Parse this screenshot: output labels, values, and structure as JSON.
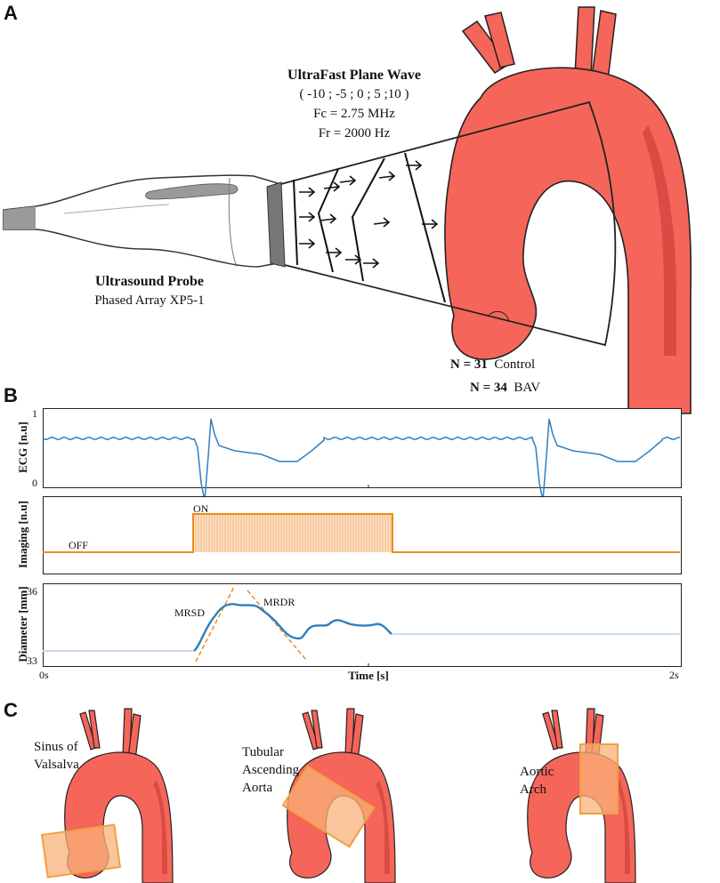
{
  "panels": {
    "a": "A",
    "b": "B",
    "c": "C"
  },
  "panel_a": {
    "wave_title": "UltraFast Plane Wave",
    "wave_angles": "( -10 ; -5 ; 0 ; 5 ;10 )",
    "fc": "Fc = 2.75 MHz",
    "fr": "Fr = 2000 Hz",
    "probe_title": "Ultrasound Probe",
    "probe_model": "Phased Array XP5-1",
    "n_control_count": "N = 31",
    "n_control_label": "Control",
    "n_bav_count": "N = 34",
    "n_bav_label": "BAV"
  },
  "panel_b": {
    "ecg": {
      "ylabel": "ECG [n.u]",
      "ytick_top": "1",
      "ytick_bottom": "0"
    },
    "imaging": {
      "ylabel": "Imaging [n.u]",
      "on_label": "ON",
      "off_label": "OFF"
    },
    "diameter": {
      "ylabel": "Diameter [mm]",
      "ytick_top": "36",
      "ytick_bottom": "33",
      "mrsd": "MRSD",
      "mrdr": "MRDR"
    },
    "xaxis": {
      "label": "Time [s]",
      "start": "0s",
      "end": "2s"
    },
    "colors": {
      "ecg": "#2f7fc1",
      "imaging": "#f08a1c",
      "diameter": "#2f7fc1",
      "diameter_faint": "#c9dced",
      "tangent": "#f08a1c"
    }
  },
  "panel_c": {
    "regions": [
      {
        "label_lines": [
          "Sinus of",
          "Valsalva"
        ]
      },
      {
        "label_lines": [
          "Tubular",
          "Ascending",
          "Aorta"
        ]
      },
      {
        "label_lines": [
          "Aortic",
          "Arch"
        ]
      }
    ]
  },
  "colors": {
    "aorta_fill": "#f5655a",
    "aorta_shade": "#d94c44",
    "highlight_fill": "#f9b27a",
    "highlight_stroke": "#f0a040"
  }
}
